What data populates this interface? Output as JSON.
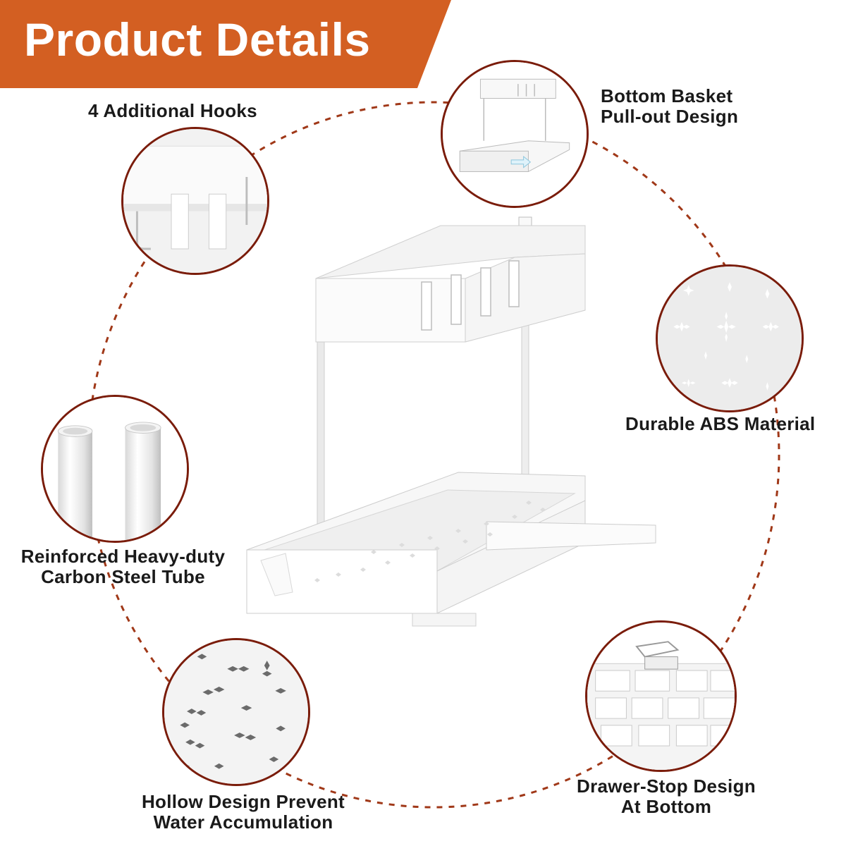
{
  "banner": {
    "title": "Product Details",
    "color": "#d35f22"
  },
  "features": {
    "hooks": "4 Additional Hooks",
    "bottom_basket": [
      "Bottom Basket",
      "Pull-out Design"
    ],
    "material": "Durable ABS Material",
    "tube": [
      "Reinforced Heavy-duty",
      "Carbon Steel Tube"
    ],
    "hollow": [
      "Hollow Design Prevent",
      "Water Accumulation"
    ],
    "drawer_stop": [
      "Drawer-Stop Design",
      "At Bottom"
    ]
  },
  "colors": {
    "ring": "#a03818",
    "thumb_border": "#7a1c0a",
    "text": "#1a1a1a"
  }
}
